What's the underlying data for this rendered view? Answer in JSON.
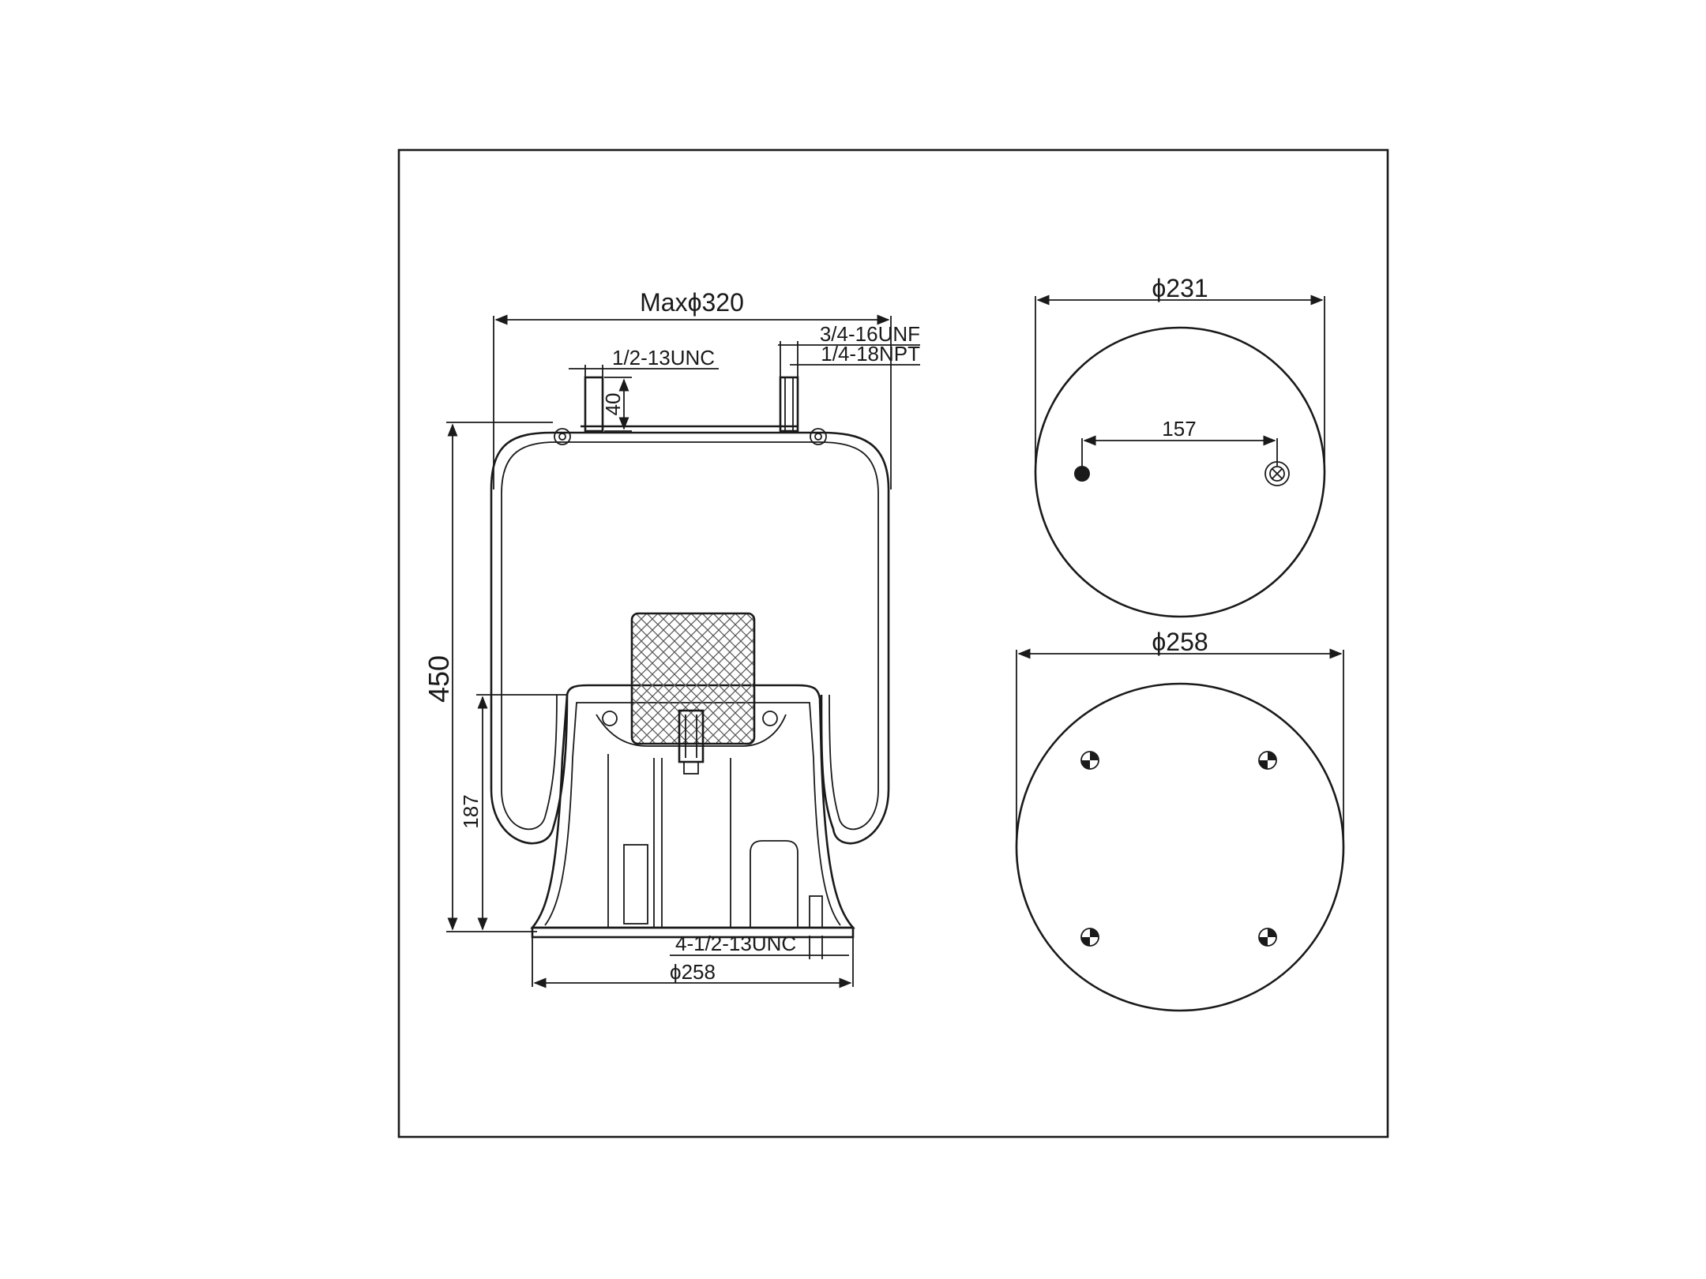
{
  "labels": {
    "max_diameter": "Maxϕ320",
    "thread_top_right_1": "3/4-16UNF",
    "thread_top_right_2": "1/4-18NPT",
    "thread_top_left": "1/2-13UNC",
    "stud_height": "40",
    "overall_height": "450",
    "piston_height": "187",
    "base_thread": "4-1/2-13UNC",
    "base_diameter": "ϕ258",
    "top_plate_diameter": "ϕ231",
    "stud_spacing": "157",
    "bottom_plate_diameter": "ϕ258"
  }
}
